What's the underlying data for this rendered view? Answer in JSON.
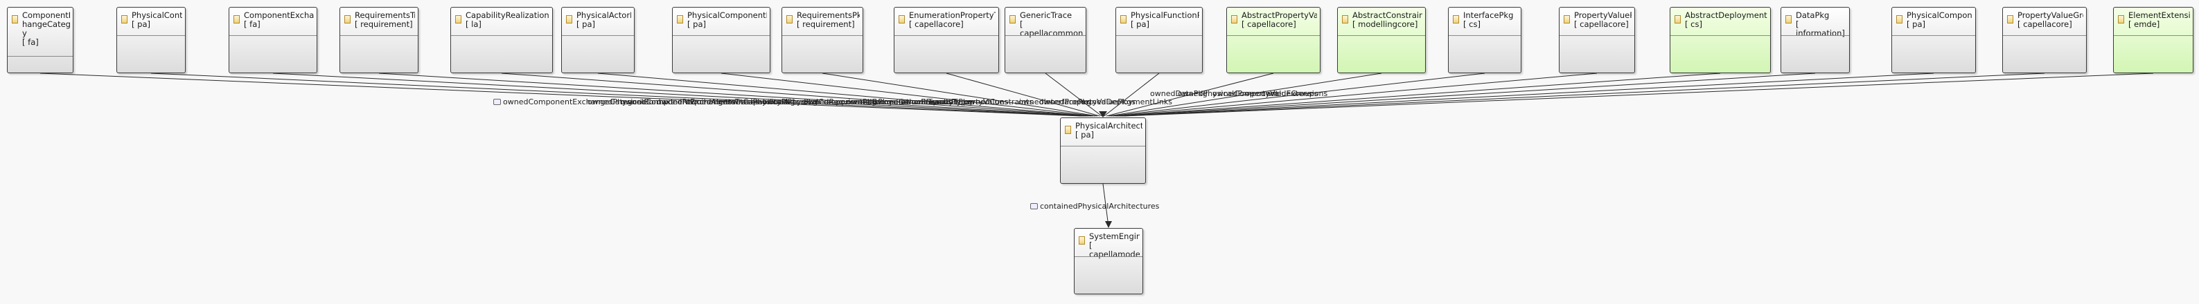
{
  "diagram": {
    "nodes": [
      {
        "id": "n1",
        "name": "ComponentExc\nhangeCategor\ny",
        "pkg": "[ fa]",
        "green": false
      },
      {
        "id": "n2",
        "name": "PhysicalContext",
        "pkg": "[ pa]",
        "green": false
      },
      {
        "id": "n3",
        "name": "ComponentExchange",
        "pkg": "[ fa]",
        "green": false
      },
      {
        "id": "n4",
        "name": "RequirementsTrace",
        "pkg": "[ requirement]",
        "green": false
      },
      {
        "id": "n5",
        "name": "CapabilityRealizationPkg",
        "pkg": "[ la]",
        "green": false
      },
      {
        "id": "n6",
        "name": "PhysicalActorPkg",
        "pkg": "[ pa]",
        "green": false
      },
      {
        "id": "n7",
        "name": "PhysicalComponentPkg",
        "pkg": "[ pa]",
        "green": false
      },
      {
        "id": "n8",
        "name": "RequirementsPkg",
        "pkg": "[ requirement]",
        "green": false
      },
      {
        "id": "n9",
        "name": "EnumerationPropertyType",
        "pkg": "[ capellacore]",
        "green": false
      },
      {
        "id": "n10",
        "name": "GenericTrace",
        "pkg": "[ capellacommon]",
        "green": false
      },
      {
        "id": "n11",
        "name": "PhysicalFunctionPkg",
        "pkg": "[ pa]",
        "green": false
      },
      {
        "id": "n12",
        "name": "AbstractPropertyValue",
        "pkg": "[ capellacore]",
        "green": true
      },
      {
        "id": "n13",
        "name": "AbstractConstraint",
        "pkg": "[ modellingcore]",
        "green": true
      },
      {
        "id": "n14",
        "name": "InterfacePkg",
        "pkg": "[ cs]",
        "green": false
      },
      {
        "id": "n15",
        "name": "PropertyValuePkg",
        "pkg": "[ capellacore]",
        "green": false
      },
      {
        "id": "n16",
        "name": "AbstractDeploymentLink",
        "pkg": "[ cs]",
        "green": true
      },
      {
        "id": "n17",
        "name": "DataPkg",
        "pkg": "[ information]",
        "green": false
      },
      {
        "id": "n18",
        "name": "PhysicalComponent",
        "pkg": "[ pa]",
        "green": false
      },
      {
        "id": "n19",
        "name": "PropertyValueGroup",
        "pkg": "[ capellacore]",
        "green": false
      },
      {
        "id": "n20",
        "name": "ElementExtension",
        "pkg": "[ emde]",
        "green": true
      },
      {
        "id": "pa",
        "name": "PhysicalArchitecture",
        "pkg": "[ pa]",
        "green": false
      },
      {
        "id": "se",
        "name": "SystemEngineering",
        "pkg": "[ capellamodeller]",
        "green": false
      }
    ],
    "edge_labels": [
      {
        "id": "l1",
        "text": "ownedComponentExchangeCategories"
      },
      {
        "id": "l2",
        "text": "ownedPhysicalContext"
      },
      {
        "id": "l3",
        "text": "ownedComponentExchanges"
      },
      {
        "id": "l4",
        "text": "ownedRequirementsTraces"
      },
      {
        "id": "l5",
        "text": "ownedAbstractCapabilityPkg"
      },
      {
        "id": "l6",
        "text": "ownedPhysicalActorPkg"
      },
      {
        "id": "l7",
        "text": "ownedPhysicalComponentPkg"
      },
      {
        "id": "l8",
        "text": "ownedRequirementPkgs"
      },
      {
        "id": "l9",
        "text": "ownedEnumerationPropertyTypes"
      },
      {
        "id": "l10",
        "text": "ownedGenericTraces"
      },
      {
        "id": "l11",
        "text": "ownedFunctionPkg"
      },
      {
        "id": "l12",
        "text": "ownedPropertyValues"
      },
      {
        "id": "l13",
        "text": "ownedConstraints"
      },
      {
        "id": "l14",
        "text": "ownedInterfacePkg"
      },
      {
        "id": "l15",
        "text": "ownedPropertyValuePkgs"
      },
      {
        "id": "l16",
        "text": "ownedDeploymentLinks"
      },
      {
        "id": "l17",
        "text": "ownedDataPkg"
      },
      {
        "id": "l18",
        "text": "ownedPhysicalComponent"
      },
      {
        "id": "l19",
        "text": "ownedPropertyValueGroups"
      },
      {
        "id": "l20",
        "text": "ownedExtensions"
      },
      {
        "id": "l21",
        "text": "containedPhysicalArchitectures"
      }
    ],
    "colors": {
      "line": "#2a2a2a",
      "node_border": "#3a3a3a",
      "green_fill": "#d2f5b4",
      "class_icon": "#f0d27a"
    }
  }
}
